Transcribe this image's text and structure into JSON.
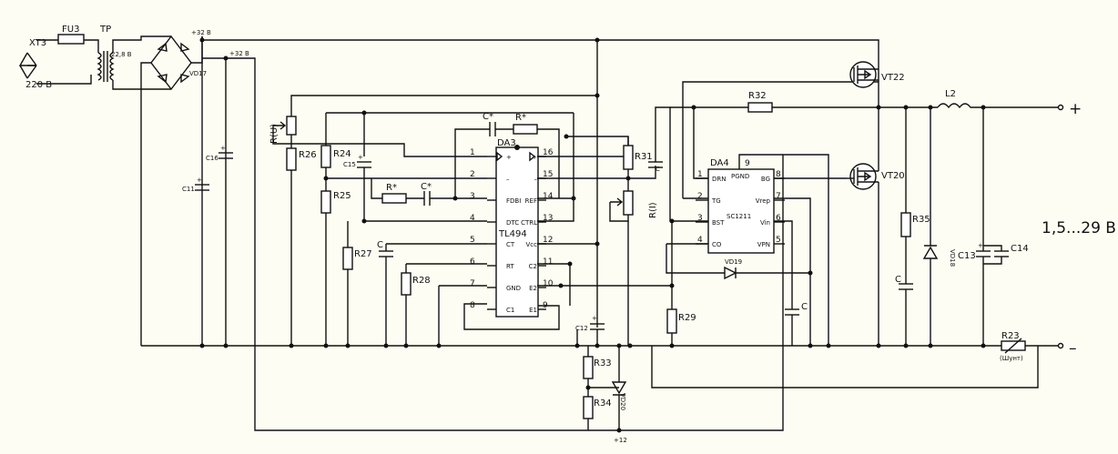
{
  "input": {
    "connector": "XT3",
    "voltage": "220 В"
  },
  "fuse": "FU3",
  "transformer": {
    "name": "TP",
    "secondary": "22,8 В"
  },
  "bridge": "VD17",
  "rails": {
    "v32a": "+32 В",
    "v32b": "+32 В",
    "v12": "+12"
  },
  "capacitors": {
    "c16": "C16",
    "c11": "C11",
    "c15": "C15",
    "c12": "C12",
    "c13": "C13",
    "c14": "C14",
    "c_star_top": "C*",
    "c_star_mid": "C*",
    "c_tim": "C",
    "c_boot": "C",
    "c_vin": "C",
    "c_out": "C"
  },
  "resistors": {
    "r26": "R26",
    "r24": "R24",
    "r25": "R25",
    "r27": "R27",
    "r28": "R28",
    "r31": "R31",
    "r32": "R32",
    "r29": "R29",
    "r33": "R33",
    "r34": "R34",
    "r35": "R35",
    "r_star_top": "R*",
    "r_star_mid": "R*",
    "ru": "R(U)",
    "ri": "R(I)",
    "r23": "R23",
    "r23_note": "(Шунт)"
  },
  "da3": {
    "name": "DA3",
    "part": "TL494",
    "left_pins": [
      {
        "num": "1",
        "name": "+"
      },
      {
        "num": "2",
        "name": "–"
      },
      {
        "num": "3",
        "name": "FDBI"
      },
      {
        "num": "4",
        "name": "DTC"
      },
      {
        "num": "5",
        "name": "CT"
      },
      {
        "num": "6",
        "name": "RT"
      },
      {
        "num": "7",
        "name": "GND"
      },
      {
        "num": "8",
        "name": "C1"
      }
    ],
    "right_pins": [
      {
        "num": "16",
        "name": "+"
      },
      {
        "num": "15",
        "name": "–"
      },
      {
        "num": "14",
        "name": "REF"
      },
      {
        "num": "13",
        "name": "CTRL"
      },
      {
        "num": "12",
        "name": "Vcc"
      },
      {
        "num": "11",
        "name": "C2"
      },
      {
        "num": "10",
        "name": "E2"
      },
      {
        "num": "9",
        "name": "E1"
      }
    ]
  },
  "da4": {
    "name": "DA4",
    "part": "SC1211",
    "left_pins": [
      {
        "num": "1",
        "name": "DRN"
      },
      {
        "num": "2",
        "name": "TG"
      },
      {
        "num": "3",
        "name": "BST"
      },
      {
        "num": "4",
        "name": "CO"
      }
    ],
    "right_pins": [
      {
        "num": "8",
        "name": "BG"
      },
      {
        "num": "7",
        "name": "Vrep"
      },
      {
        "num": "6",
        "name": "Vin"
      },
      {
        "num": "5",
        "name": "VPN"
      }
    ],
    "top_pin": {
      "num": "9",
      "name": "PGND"
    }
  },
  "transistors": {
    "vt22": "VT22",
    "vt20": "VT20"
  },
  "diodes": {
    "vd19": "VD19",
    "vd18": "VD18",
    "vd20": "VD20"
  },
  "inductor": "L2",
  "output": {
    "range": "1,5...29 В",
    "plus": "+",
    "minus": "–"
  }
}
